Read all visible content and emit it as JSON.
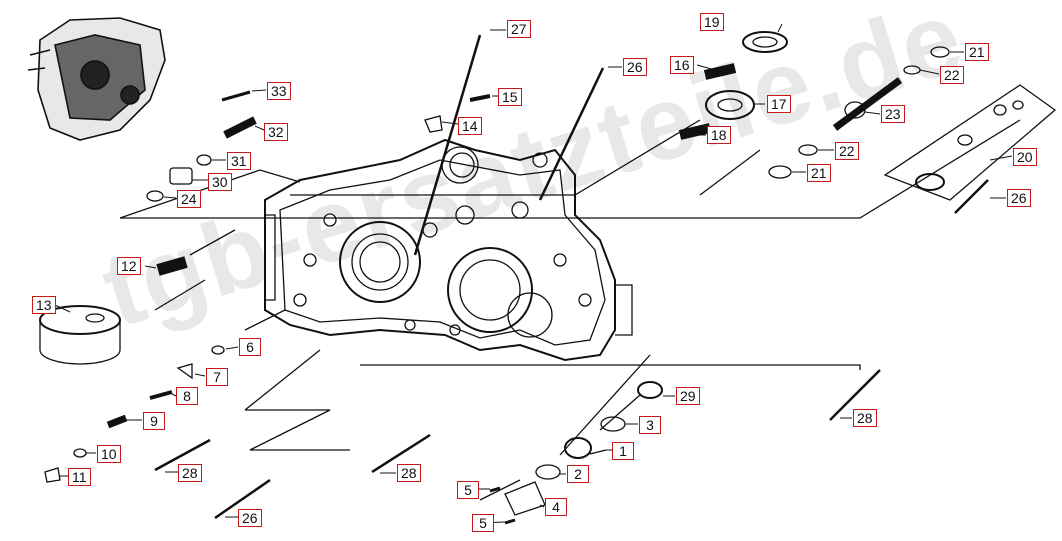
{
  "watermark": "tgb-ersatzteile.de",
  "colors": {
    "label_border": "#c41a1a",
    "line": "#111111",
    "watermark": "#d6d6d6"
  },
  "callouts": {
    "c1": "1",
    "c2": "2",
    "c3": "3",
    "c4": "4",
    "c5a": "5",
    "c5b": "5",
    "c6": "6",
    "c7": "7",
    "c8": "8",
    "c9": "9",
    "c10": "10",
    "c11": "11",
    "c12": "12",
    "c13": "13",
    "c14": "14",
    "c15": "15",
    "c16": "16",
    "c17": "17",
    "c18": "18",
    "c19": "19",
    "c20": "20",
    "c21a": "21",
    "c21b": "21",
    "c22a": "22",
    "c22b": "22",
    "c23": "23",
    "c24": "24",
    "c26a": "26",
    "c26b": "26",
    "c26c": "26",
    "c27": "27",
    "c28a": "28",
    "c28b": "28",
    "c28c": "28",
    "c29": "29",
    "c30": "30",
    "c31": "31",
    "c32": "32",
    "c33": "33"
  }
}
